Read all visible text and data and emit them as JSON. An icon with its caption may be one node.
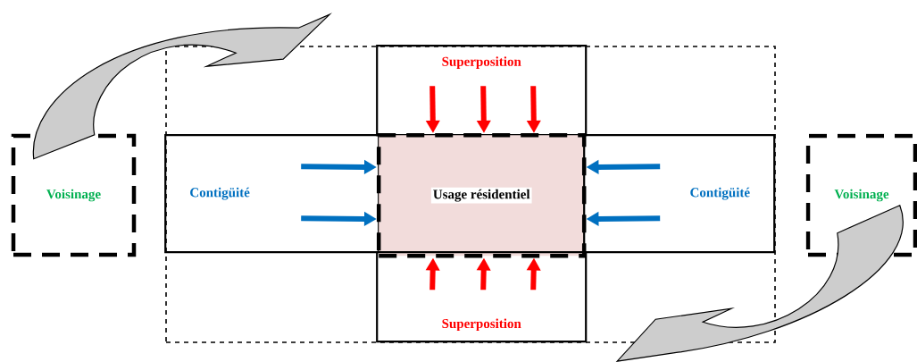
{
  "diagram": {
    "nodes": [
      {
        "text": [],
        "shape": "box"
      },
      {
        "text": [
          "Superposition"
        ],
        "in": 0
      },
      {
        "text": [
          "Contigüité"
        ],
        "in": 0
      },
      {
        "text": [
          "Usage résidentiel"
        ],
        "in": 0
      },
      {
        "text": [
          "Contigüité"
        ],
        "in": 0
      },
      {
        "text": [
          "Superposition"
        ],
        "in": 0
      },
      {
        "text": [
          "Voisinage"
        ]
      },
      {
        "text": [
          "Voisinage"
        ]
      }
    ],
    "edges": [
      {
        "from": 6,
        "to": 0,
        "arrow": "to"
      },
      {
        "from": 7,
        "to": 0,
        "arrow": "to"
      },
      {
        "from": 1,
        "to": 3,
        "arrow": "to",
        "color": "#ff0000"
      },
      {
        "from": 1,
        "to": 3,
        "arrow": "to",
        "color": "#ff0000"
      },
      {
        "from": 1,
        "to": 3,
        "arrow": "to",
        "color": "#ff0000"
      },
      {
        "from": 2,
        "to": 3,
        "arrow": "to",
        "color": "#0070c0"
      },
      {
        "from": 2,
        "to": 3,
        "arrow": "to",
        "color": "#0070c0"
      },
      {
        "from": 4,
        "to": 3,
        "arrow": "to",
        "color": "#0070c0"
      },
      {
        "from": 4,
        "to": 3,
        "arrow": "to",
        "color": "#0070c0"
      },
      {
        "from": 5,
        "to": 3,
        "arrow": "to",
        "color": "#ff0000"
      },
      {
        "from": 5,
        "to": 3,
        "arrow": "to",
        "color": "#ff0000"
      },
      {
        "from": 5,
        "to": 3,
        "arrow": "to",
        "color": "#ff0000"
      }
    ]
  }
}
